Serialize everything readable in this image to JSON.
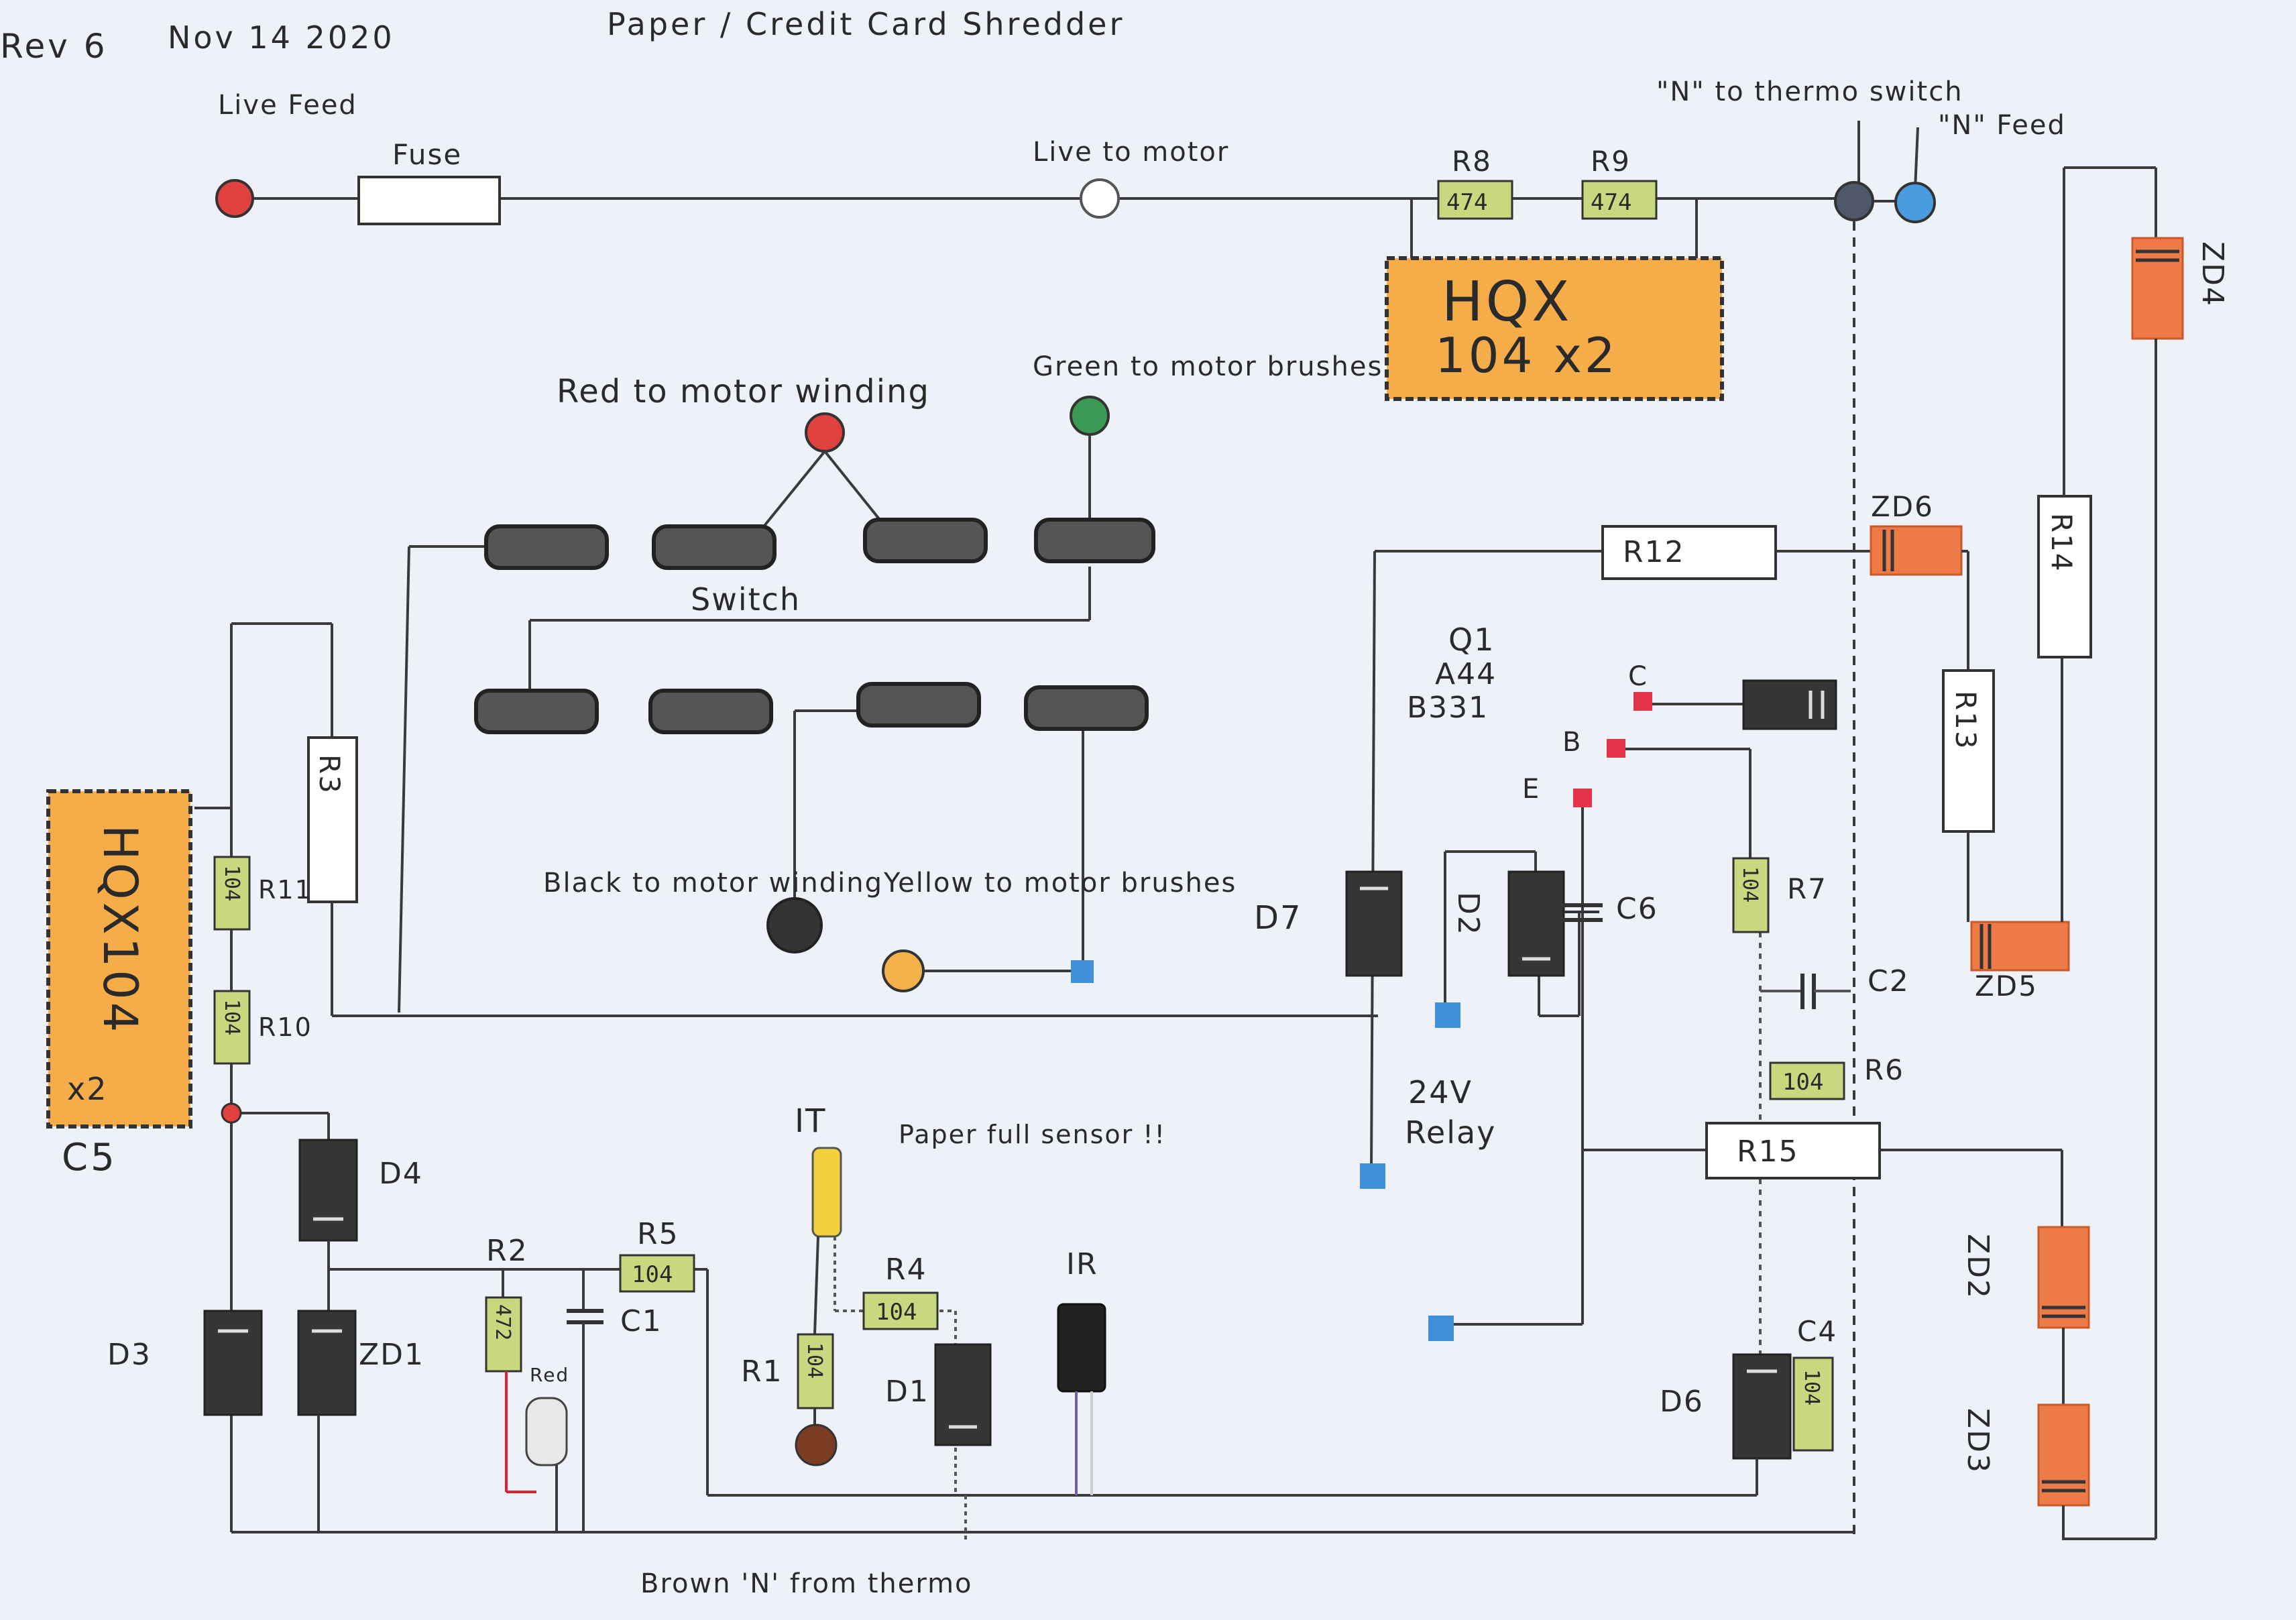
{
  "header": {
    "revision": "Rev 6",
    "date": "Nov 14 2020",
    "title": "Paper / Credit Card Shredder"
  },
  "mains": {
    "live_feed": "Live Feed",
    "fuse": "Fuse",
    "live_to_motor": "Live to motor",
    "n_to_thermo": "\"N\" to thermo switch",
    "n_feed": "\"N\" Feed"
  },
  "top_module": {
    "line1": "HQX",
    "line2": "104 x2"
  },
  "side_module": {
    "text": "HQX104",
    "multiplier": "x2",
    "label": "C5"
  },
  "motor": {
    "red_winding": "Red to motor winding",
    "green_brushes": "Green to motor brushes",
    "black_winding": "Black to motor winding",
    "yellow_brushes": "Yellow to motor brushes",
    "switch_label": "Switch"
  },
  "transistor": {
    "name": "Q1",
    "line2": "A44",
    "line3": "B331",
    "c": "C",
    "b": "B",
    "e": "E"
  },
  "relay": {
    "line1": "24V",
    "line2": "Relay"
  },
  "sensor": {
    "it": "IT",
    "paper_full": "Paper full sensor !!",
    "ir": "IR",
    "red_tag": "Red"
  },
  "footer": {
    "brown_note": "Brown 'N' from thermo"
  },
  "components": {
    "R1": "R1",
    "R2": "R2",
    "R3": "R3",
    "R4": "R4",
    "R5": "R5",
    "R6": "R6",
    "R7": "R7",
    "R8": "R8",
    "R9": "R9",
    "R10": "R10",
    "R11": "R11",
    "R12": "R12",
    "R13": "R13",
    "R14": "R14",
    "R15": "R15",
    "C1": "C1",
    "C2": "C2",
    "C4": "C4",
    "C6": "C6",
    "D1": "D1",
    "D2": "D2",
    "D3": "D3",
    "D4": "D4",
    "D6": "D6",
    "D7": "D7",
    "ZD1": "ZD1",
    "ZD2": "ZD2",
    "ZD3": "ZD3",
    "ZD4": "ZD4",
    "ZD5": "ZD5",
    "ZD6": "ZD6"
  },
  "values": {
    "v104": "104",
    "v474": "474",
    "v472": "472"
  },
  "colors": {
    "paper": "#eef2f8",
    "module": "#f4ad48",
    "resistor_green": "#c7d87e",
    "zener": "#ee7a48",
    "diode": "#363636",
    "live": "#e0413f",
    "neutral_blue": "#4a9be0",
    "neutral_dark": "#4e5868",
    "green_wire": "#3a9a55",
    "yellow_wire": "#f2b14a",
    "brown_wire": "#7a3c22",
    "pad_blue": "#3f8fd9",
    "pad_red": "#e3344a",
    "it_yellow": "#f2d03c"
  }
}
